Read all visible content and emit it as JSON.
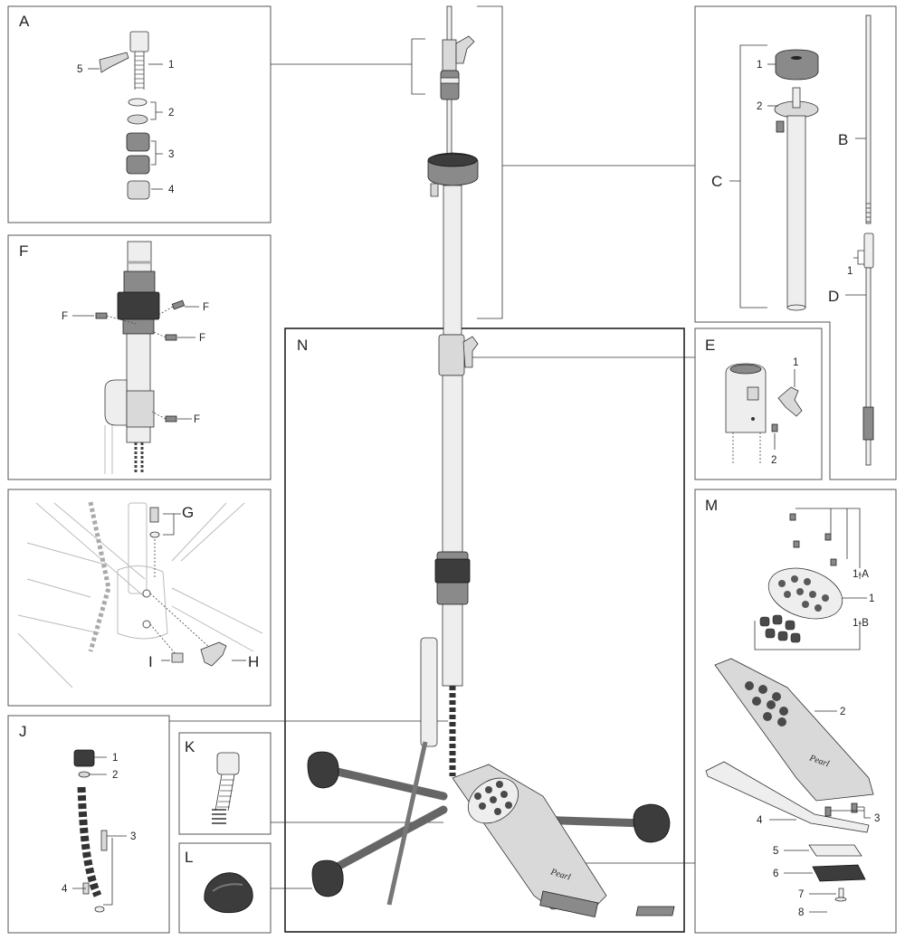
{
  "panels": {
    "A": {
      "letter": "A",
      "parts": [
        "1",
        "2",
        "3",
        "4",
        "5"
      ]
    },
    "B": {
      "letter": "B"
    },
    "C": {
      "letter": "C",
      "parts": [
        "1",
        "2"
      ]
    },
    "D": {
      "letter": "D",
      "parts": [
        "1"
      ]
    },
    "E": {
      "letter": "E",
      "parts": [
        "1",
        "2"
      ]
    },
    "F": {
      "letter": "F",
      "callouts": [
        "F",
        "F",
        "F",
        "F"
      ]
    },
    "G": {
      "letter": "G"
    },
    "H": {
      "letter": "H"
    },
    "I": {
      "letter": "I"
    },
    "J": {
      "letter": "J",
      "parts": [
        "1",
        "2",
        "3",
        "4"
      ]
    },
    "K": {
      "letter": "K"
    },
    "L": {
      "letter": "L"
    },
    "M": {
      "letter": "M",
      "parts": [
        "1-A",
        "1",
        "1-B",
        "2",
        "3",
        "4",
        "5",
        "6",
        "7",
        "8"
      ]
    },
    "N": {
      "letter": "N"
    }
  },
  "brand_text": "Pearl"
}
